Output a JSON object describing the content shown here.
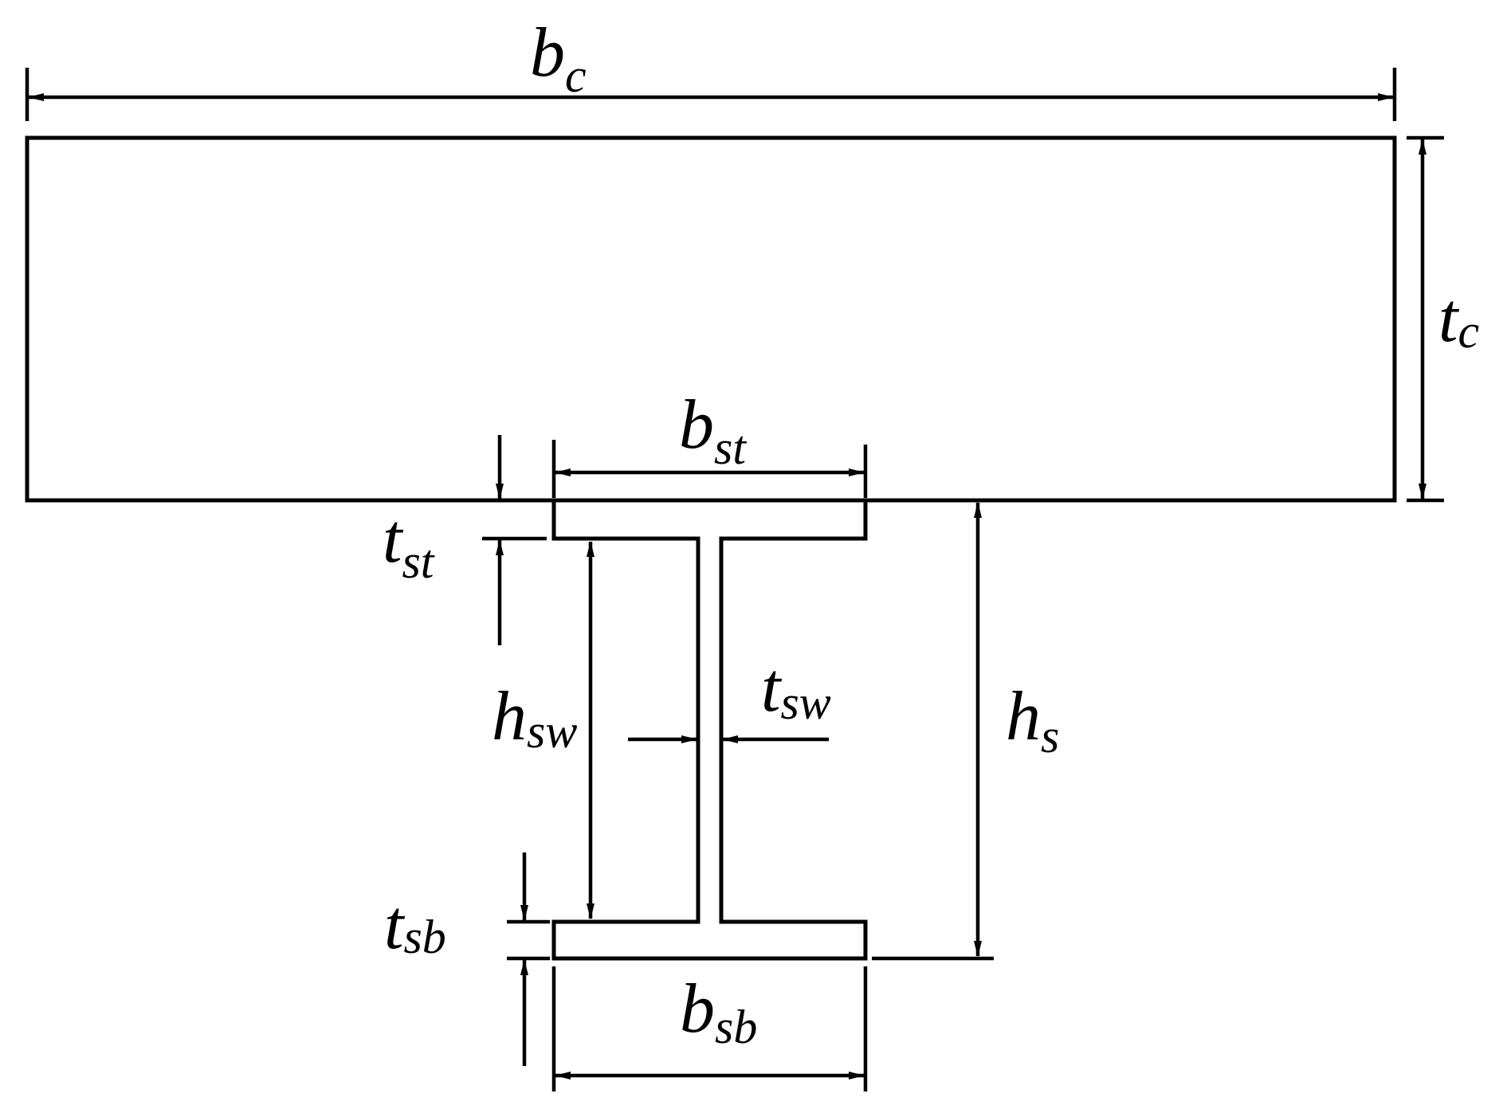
{
  "figure": {
    "colors": {
      "line": "#000000",
      "background": "#ffffff"
    },
    "labels": {
      "bc": {
        "main": "b",
        "sub": "c"
      },
      "tc": {
        "main": "t",
        "sub": "c"
      },
      "bst": {
        "main": "b",
        "sub": "st"
      },
      "tst": {
        "main": "t",
        "sub": "st"
      },
      "hsw": {
        "main": "h",
        "sub": "sw"
      },
      "tsw": {
        "main": "t",
        "sub": "sw"
      },
      "hs": {
        "main": "h",
        "sub": "s"
      },
      "tsb": {
        "main": "t",
        "sub": "sb"
      },
      "bsb": {
        "main": "b",
        "sub": "sb"
      }
    }
  }
}
